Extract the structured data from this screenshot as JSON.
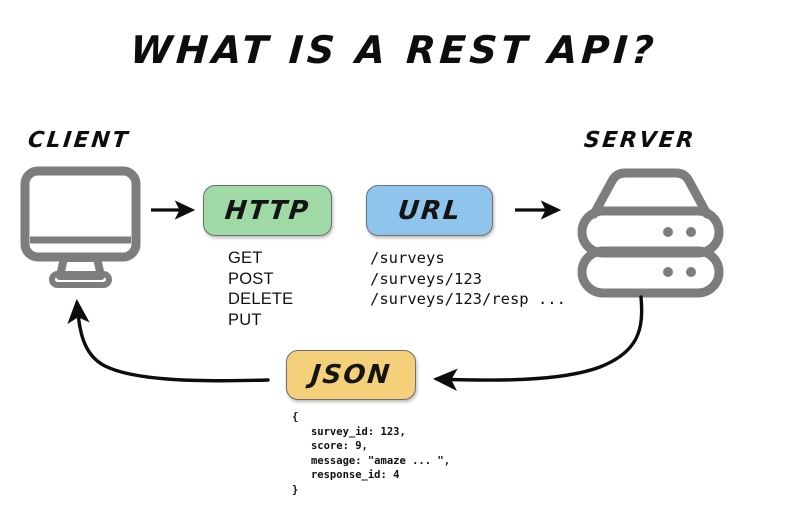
{
  "title": "WHAT IS A REST API?",
  "nodes": {
    "client": {
      "label": "CLIENT",
      "icon": "monitor-icon",
      "color": "#7d7d7d"
    },
    "server": {
      "label": "SERVER",
      "icon": "server-stack-icon",
      "color": "#7d7d7d"
    }
  },
  "chips": {
    "http": {
      "label": "HTTP",
      "color": "#9fd9a5",
      "border": "#6f6f6f"
    },
    "url": {
      "label": "URL",
      "color": "#8fc4ec",
      "border": "#6f6f6f"
    },
    "json": {
      "label": "JSON",
      "color": "#f5d07a",
      "border": "#6f6f6f"
    }
  },
  "http_methods": [
    "GET",
    "POST",
    "DELETE",
    "PUT"
  ],
  "url_paths": [
    "/surveys",
    "/surveys/123",
    "/surveys/123/resp ..."
  ],
  "json_body": "{\n   survey_id: 123,\n   score: 9,\n   message: \"amaze ... \",\n   response_id: 4\n}",
  "arrows": [
    {
      "name": "client-to-http",
      "kind": "straight",
      "direction": "right"
    },
    {
      "name": "url-to-server",
      "kind": "straight",
      "direction": "right"
    },
    {
      "name": "server-to-json",
      "kind": "curved",
      "direction": "left"
    },
    {
      "name": "json-to-client",
      "kind": "curved",
      "direction": "up-left"
    }
  ],
  "colors": {
    "ink": "#0d0d0d",
    "icon_gray": "#7d7d7d",
    "background": "#ffffff"
  }
}
